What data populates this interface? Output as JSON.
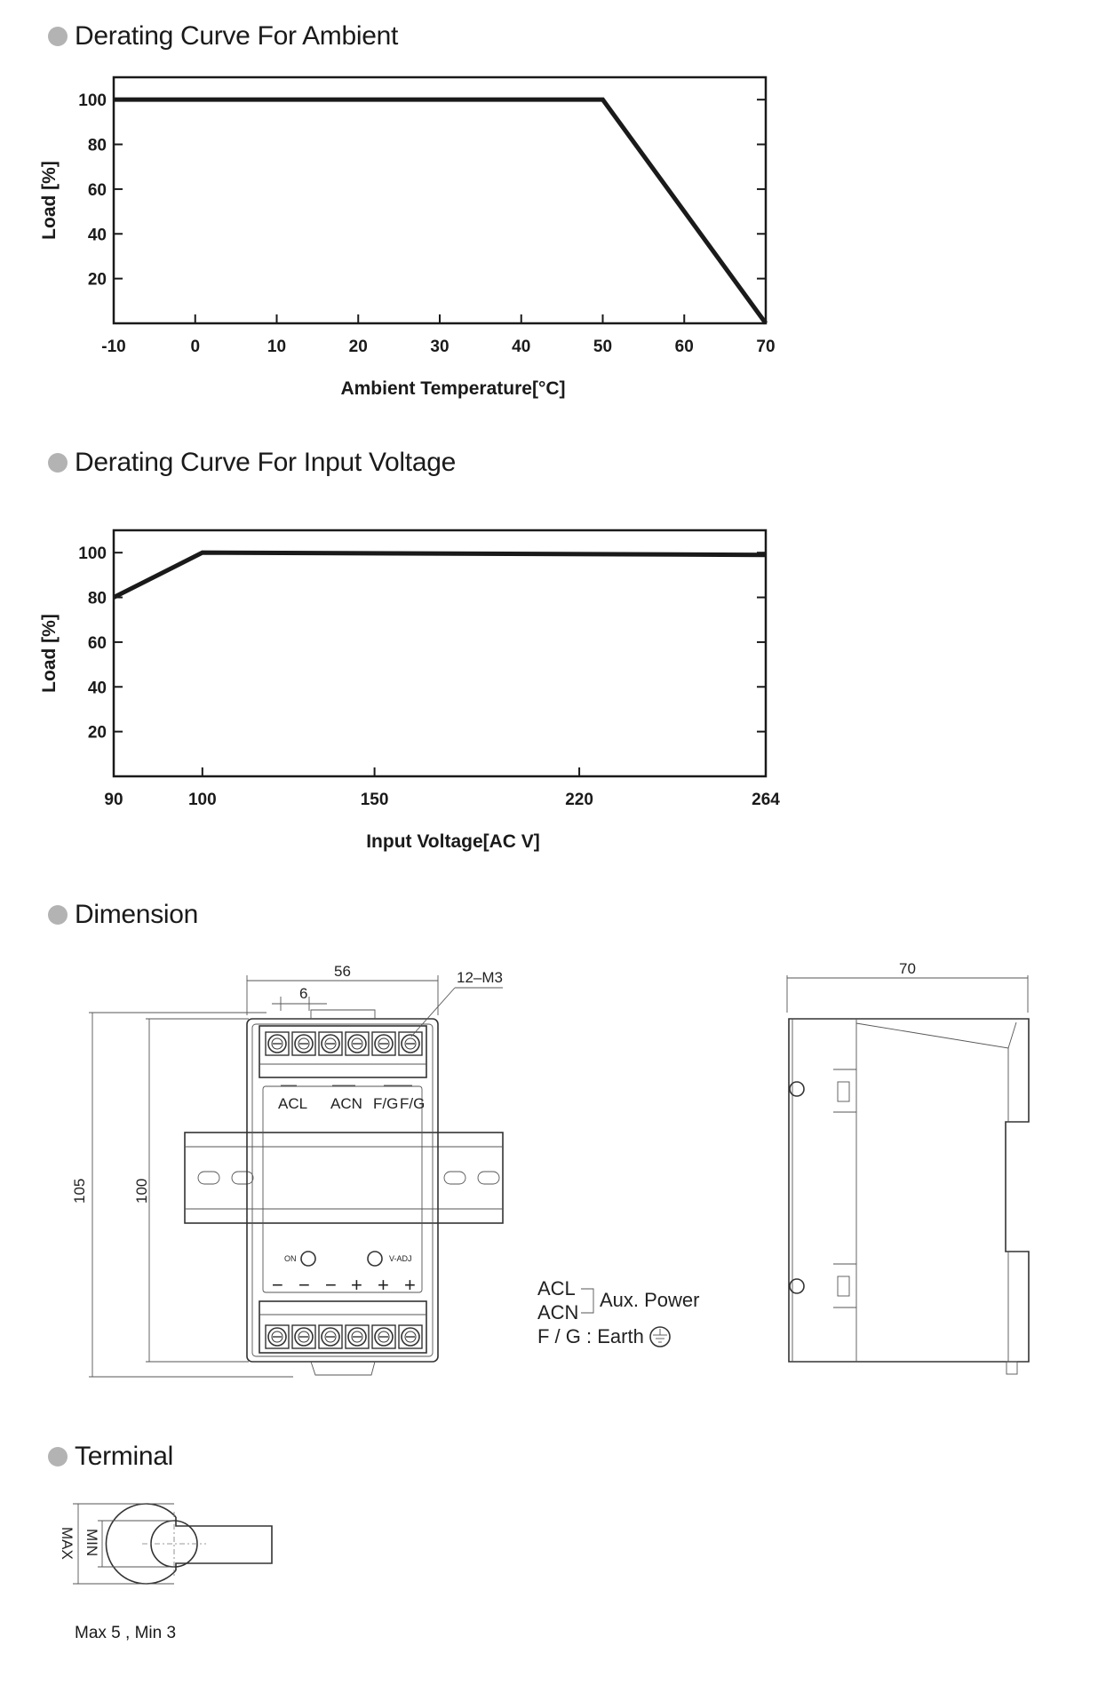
{
  "sections": {
    "ambient": "Derating Curve For Ambient",
    "input_voltage": "Derating Curve For Input Voltage",
    "dimension": "Dimension",
    "terminal": "Terminal"
  },
  "chart_data": [
    {
      "type": "line",
      "xlabel": "Ambient Temperature[°C]",
      "ylabel": "Load  [%]",
      "x_ticks": [
        -10,
        0,
        10,
        20,
        30,
        40,
        50,
        60,
        70
      ],
      "y_ticks": [
        20,
        40,
        60,
        80,
        100
      ],
      "xlim": [
        -10,
        70
      ],
      "ylim": [
        0,
        110
      ],
      "x_scale": "linear",
      "series": [
        {
          "x": [
            -10,
            50,
            70
          ],
          "y": [
            100,
            100,
            0
          ]
        }
      ]
    },
    {
      "type": "line",
      "xlabel": "Input Voltage[AC V]",
      "ylabel": "Load  [%]",
      "x_ticks": [
        90,
        100,
        150,
        220,
        264
      ],
      "y_ticks": [
        20,
        40,
        60,
        80,
        100
      ],
      "xlim": [
        90,
        264
      ],
      "ylim": [
        0,
        110
      ],
      "x_scale": "categorical-spaced",
      "series": [
        {
          "x": [
            90,
            100,
            264
          ],
          "y": [
            80,
            100,
            99
          ]
        }
      ]
    }
  ],
  "dimension": {
    "width_label": "56",
    "pitch_label": "6",
    "screw_label": "12–M3",
    "height_outer_label": "105",
    "height_inner_label": "100",
    "depth_label": "70",
    "terminal_labels": [
      "ACL",
      "ACN",
      "F/G",
      "F/G"
    ],
    "on_label": "ON",
    "vadj_label": "V-ADJ",
    "polarity": [
      "−",
      "−",
      "−",
      "+",
      "+",
      "+"
    ],
    "legend": {
      "acl": "ACL",
      "acn": "ACN",
      "aux": "Aux. Power",
      "fg": "F / G :  Earth"
    }
  },
  "terminal": {
    "min_label": "MIN",
    "max_label": "MAX",
    "note": "Max 5 ,   Min 3"
  }
}
